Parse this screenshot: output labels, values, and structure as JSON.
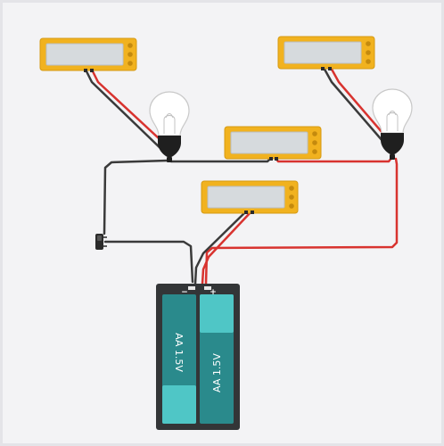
{
  "circuit": {
    "colors": {
      "background": "#f3f3f5",
      "frame": "#e6e6ea",
      "meter_body": "#f1b21f",
      "meter_screen": "#d6dadd",
      "wire_black": "#3a3a3a",
      "wire_red": "#d8332f",
      "battery_body": "#333537",
      "cell_teal": "#2a8a8c",
      "cell_light": "#4fc6c6",
      "bulb_base": "#1f1f1f"
    },
    "components": {
      "multimeters": [
        {
          "name": "multimeter-top-left",
          "reading": ""
        },
        {
          "name": "multimeter-top-right",
          "reading": ""
        },
        {
          "name": "multimeter-middle",
          "reading": ""
        },
        {
          "name": "multimeter-lower",
          "reading": ""
        }
      ],
      "bulbs": [
        "bulb-left",
        "bulb-right"
      ],
      "switch": "slide-switch",
      "battery": {
        "cells": [
          {
            "label": "AA 1.5V"
          },
          {
            "label": "AA 1.5V"
          }
        ],
        "minus": "−",
        "plus": "+"
      }
    }
  }
}
